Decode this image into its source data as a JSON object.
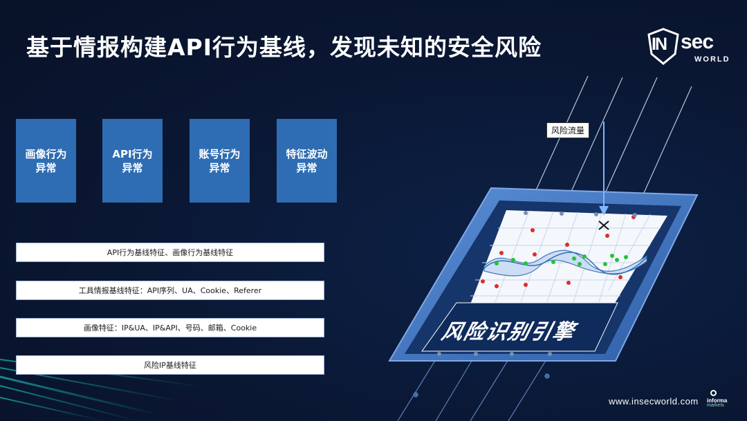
{
  "title": "基于情报构建API行为基线，发现未知的安全风险",
  "logo": {
    "in": "IN",
    "sec": "sec",
    "world": "WORLD"
  },
  "categories": [
    {
      "label": "画像行为\n异常"
    },
    {
      "label": "API行为\n异常"
    },
    {
      "label": "账号行为\n异常"
    },
    {
      "label": "特征波动\n异常"
    }
  ],
  "features": [
    {
      "label": "API行为基线特征、画像行为基线特征"
    },
    {
      "label": "工具情报基线特征：API序列、UA、Cookie、Referer"
    },
    {
      "label": "画像特征：IP&UA、IP&API、号码、邮箱、Cookie"
    },
    {
      "label": "风险IP基线特征"
    }
  ],
  "engine": {
    "name": "风险识别引擎",
    "risk_flow_label": "风险流量"
  },
  "footer": {
    "url": "www.insecworld.com",
    "partner_1": "informa",
    "partner_2": "markets"
  },
  "colors": {
    "box_blue": "#2e6db3",
    "background": "#0a1733",
    "accent_cyan": "#1fd1c6"
  }
}
